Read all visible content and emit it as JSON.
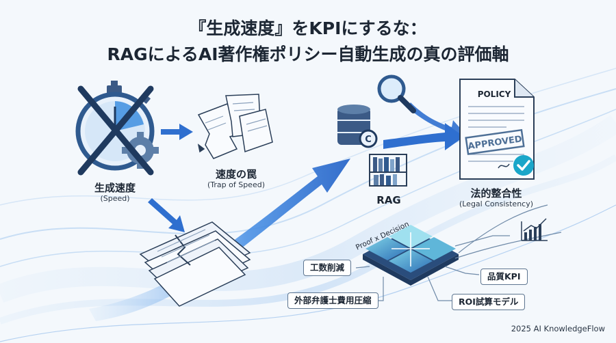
{
  "title": {
    "line1": "『生成速度』をKPIにするな：",
    "line2": "RAGによるAI著作権ポリシー自動生成の真の評価軸"
  },
  "speed": {
    "label": "生成速度",
    "sub": "(Speed)"
  },
  "trap": {
    "label": "速度の罠",
    "sub": "(Trap of Speed)"
  },
  "rag": {
    "label": "RAG"
  },
  "policy": {
    "header": "POLICY",
    "stamp": "APPROVED"
  },
  "legal": {
    "label": "法的整合性",
    "sub": "(Legal Consistency)"
  },
  "decision": {
    "caption": "Proof x Decision",
    "items": [
      "工数削減",
      "外部弁護士費用圧縮",
      "品質KPI",
      "ROI試算モデル"
    ]
  },
  "footer": "2025 AI KnowledgeFlow",
  "colors": {
    "accent": "#2f6fcf",
    "dark": "#1f3a5f",
    "check": "#1aa6c9"
  }
}
